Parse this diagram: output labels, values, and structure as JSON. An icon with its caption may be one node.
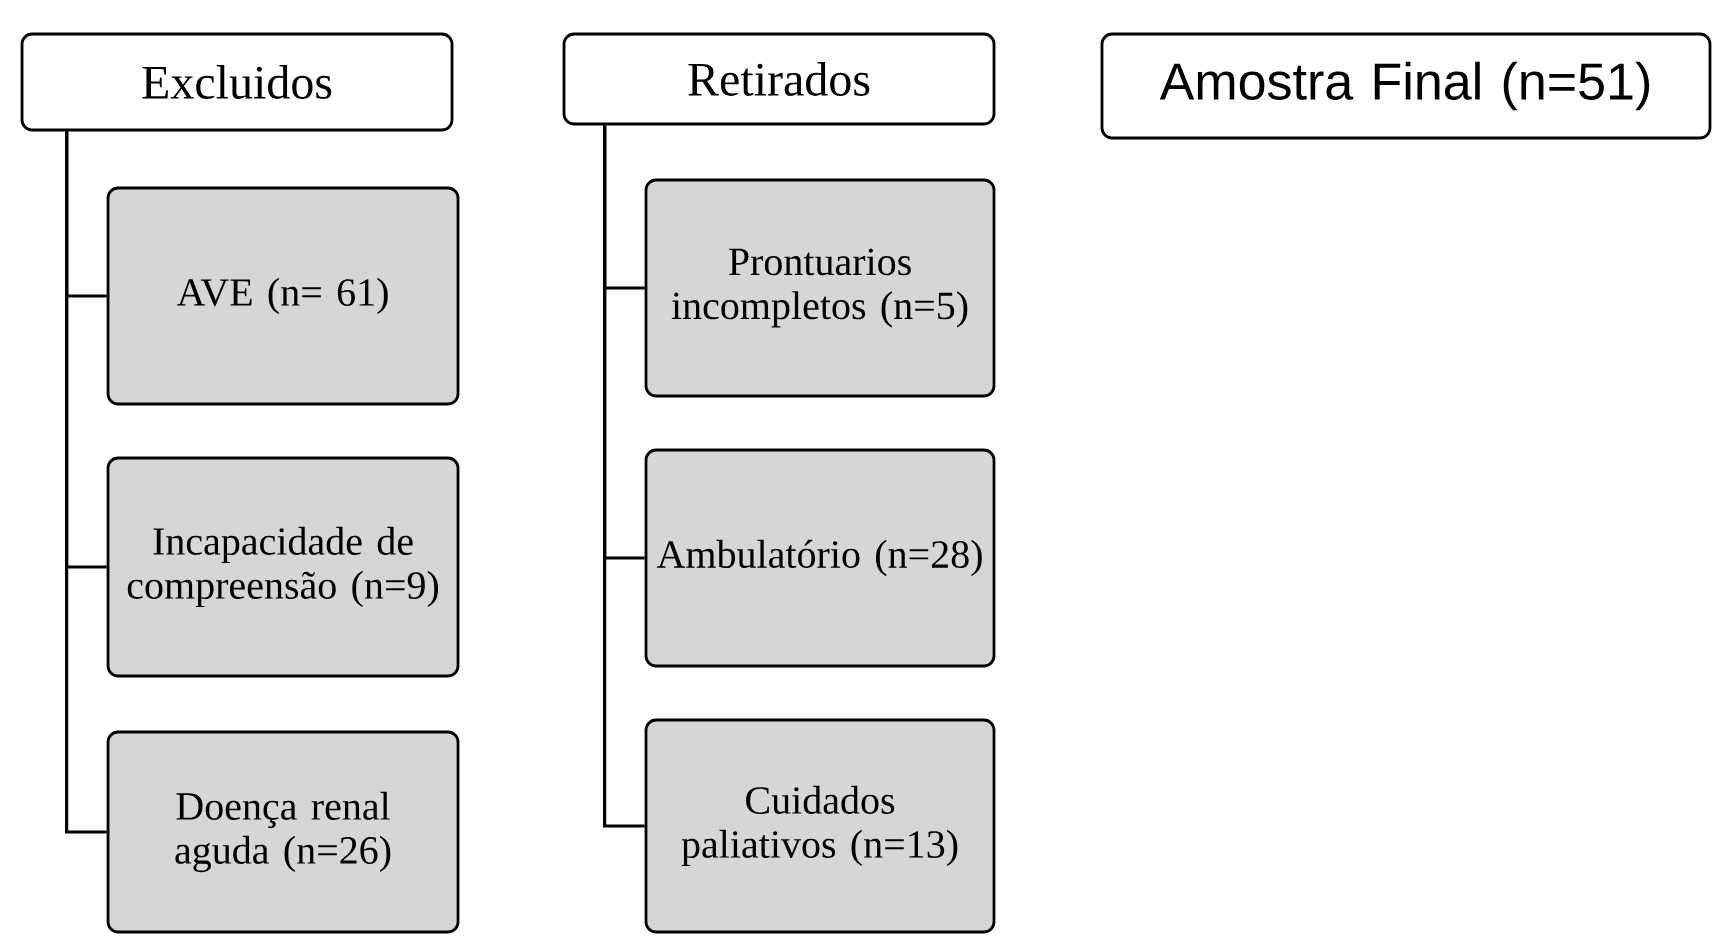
{
  "diagram": {
    "nodes": [
      {
        "text": [
          "Excluidos"
        ]
      },
      {
        "text": [
          "AVE (n= 61)"
        ]
      },
      {
        "text": [
          "Incapacidade de compreensão (n=9)"
        ]
      },
      {
        "text": [
          "Doença renal aguda (n=26)"
        ]
      },
      {
        "text": [
          "Retirados"
        ]
      },
      {
        "text": [
          "Prontuarios incompletos (n=5)"
        ]
      },
      {
        "text": [
          "Ambulatório (n=28)"
        ]
      },
      {
        "text": [
          "Cuidados paliativos (n=13)"
        ]
      },
      {
        "text": [
          "Amostra Final (n=51)"
        ]
      }
    ],
    "edges": [
      {
        "from": 0,
        "to": 1,
        "arrow": "none"
      },
      {
        "from": 0,
        "to": 2,
        "arrow": "none"
      },
      {
        "from": 0,
        "to": 3,
        "arrow": "none"
      },
      {
        "from": 4,
        "to": 5,
        "arrow": "none"
      },
      {
        "from": 4,
        "to": 6,
        "arrow": "none"
      },
      {
        "from": 4,
        "to": 7,
        "arrow": "none"
      }
    ]
  }
}
